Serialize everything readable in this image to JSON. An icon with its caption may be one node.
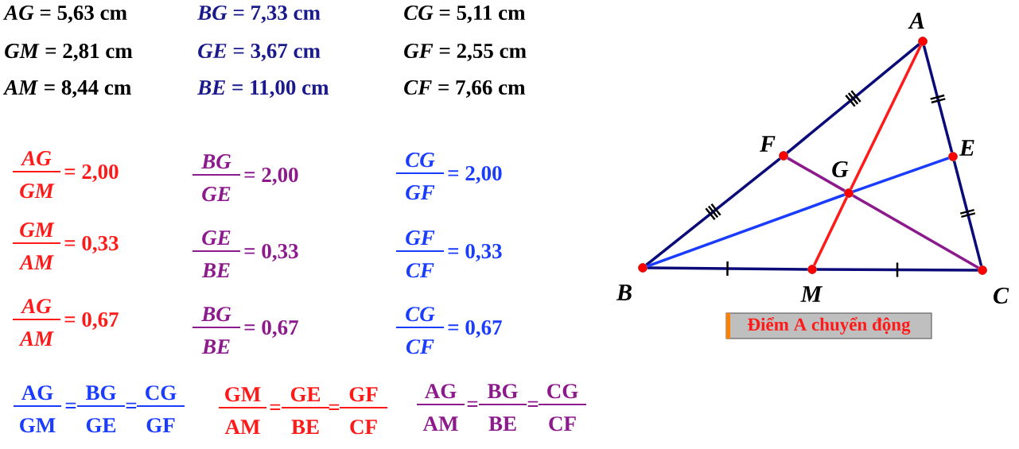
{
  "diagram": {
    "nodes": [
      {
        "text": [
          "A"
        ]
      },
      {
        "text": [
          "F"
        ]
      },
      {
        "text": [
          "E"
        ]
      },
      {
        "text": [
          "G"
        ]
      },
      {
        "text": [
          "B"
        ]
      },
      {
        "text": [
          "M"
        ]
      },
      {
        "text": [
          "C"
        ]
      },
      {
        "text": [
          "Điểm A chuyển động"
        ]
      }
    ],
    "edges": [
      {
        "from": 0,
        "to": 1,
        "arrow": "none"
      },
      {
        "from": 1,
        "to": 4,
        "arrow": "none"
      },
      {
        "from": 4,
        "to": 5,
        "arrow": "none"
      },
      {
        "from": 5,
        "to": 6,
        "arrow": "none"
      },
      {
        "from": 6,
        "to": 2,
        "arrow": "none"
      },
      {
        "from": 2,
        "to": 0,
        "arrow": "none"
      },
      {
        "from": 0,
        "to": 3,
        "arrow": "none",
        "color": "#ff1a1a"
      },
      {
        "from": 3,
        "to": 5,
        "arrow": "none",
        "color": "#ff1a1a"
      },
      {
        "from": 4,
        "to": 3,
        "arrow": "none",
        "color": "#1a3cff"
      },
      {
        "from": 3,
        "to": 2,
        "arrow": "none",
        "color": "#1a3cff"
      },
      {
        "from": 6,
        "to": 3,
        "arrow": "none",
        "color": "#8c1a8c"
      },
      {
        "from": 3,
        "to": 1,
        "arrow": "none",
        "color": "#8c1a8c"
      }
    ],
    "labels": [
      "*AG* = 5,63 cm",
      "*BG* = 7,33 cm",
      "*CG* = 5,11 cm",
      "*GM* = 2,81 cm",
      "*GE* = 3,67 cm",
      "*GF* = 2,55 cm",
      "*AM* = 8,44 cm",
      "*BE* = 11,00 cm",
      "*CF* = 7,66 cm",
      "AG",
      "GM",
      "= 2,00",
      "BG",
      "GE",
      "= 2,00",
      "CG",
      "GF",
      "= 2,00",
      "GM",
      "AM",
      "= 0,33",
      "GE",
      "BE",
      "= 0,33",
      "GF",
      "CF",
      "= 0,33",
      "AG",
      "AM",
      "= 0,67",
      "BG",
      "BE",
      "= 0,67",
      "CG",
      "CF",
      "= 0,67",
      "AG",
      "GM",
      "=",
      "BG",
      "GE",
      "=",
      "CG",
      "GF",
      "GM",
      "AM",
      "=",
      "GE",
      "BE",
      "=",
      "GF",
      "CF",
      "AG",
      "AM",
      "=",
      "BG",
      "BE",
      "=",
      "CG",
      "CF"
    ]
  }
}
